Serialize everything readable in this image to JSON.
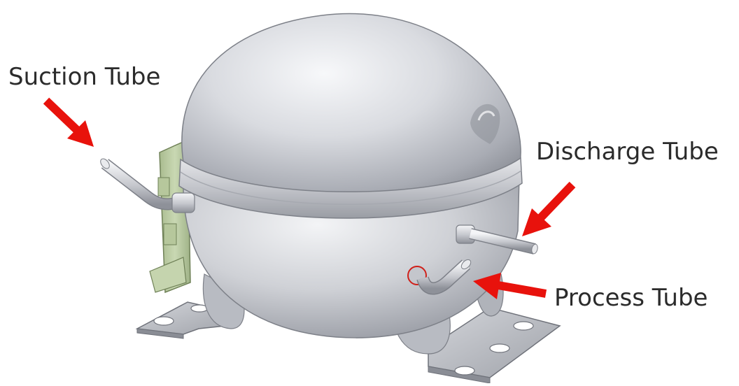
{
  "labels": {
    "suction": "Suction Tube",
    "discharge": "Discharge Tube",
    "process": "Process Tube"
  },
  "colors": {
    "arrow": "#e8120c",
    "shell": "#c9cbd2",
    "bracket": "#b8c9a0",
    "text": "#2b2b2b"
  },
  "icons": {
    "arrows": "red-pointer-arrow",
    "subject": "refrigeration-compressor"
  }
}
